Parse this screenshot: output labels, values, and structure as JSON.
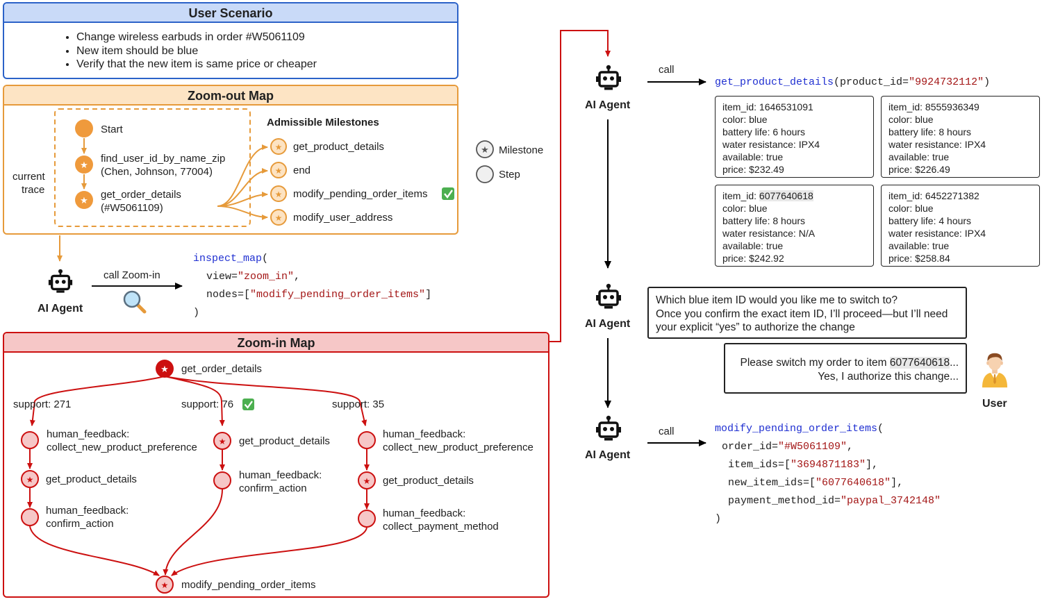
{
  "user_scenario": {
    "title": "User Scenario",
    "bullets": [
      "Change wireless earbuds in order #W5061109",
      "New item should be blue",
      "Verify that the new item is same price or cheaper"
    ]
  },
  "zoom_out": {
    "title": "Zoom-out Map",
    "trace_label_1": "current",
    "trace_label_2": "trace",
    "trace_nodes": [
      {
        "label": "Start",
        "sub": ""
      },
      {
        "label": "find_user_id_by_name_zip",
        "sub": "(Chen, Johnson, 77004)"
      },
      {
        "label": "get_order_details",
        "sub": "(#W5061109)"
      }
    ],
    "admissible_title": "Admissible Milestones",
    "milestones": [
      "get_product_details",
      "end",
      "modify_pending_order_items",
      "modify_user_address"
    ]
  },
  "legend": {
    "milestone": "Milestone",
    "step": "Step"
  },
  "zoom_call": {
    "agent_label": "AI Agent",
    "call_label": "call Zoom-in",
    "code_fn": "inspect_map",
    "code_open": "(",
    "view_key": "view=",
    "view_val": "\"zoom_in\"",
    "view_comma": ",",
    "nodes_key": "nodes=[",
    "nodes_val": "\"modify_pending_order_items\"",
    "nodes_close": "]",
    "code_close": ")"
  },
  "zoom_in": {
    "title": "Zoom-in Map",
    "top_node": "get_order_details",
    "supports": [
      "support: 271",
      "support: 76",
      "support: 35"
    ],
    "col1": [
      {
        "l1": "human_feedback:",
        "l2": "collect_new_product_preference"
      },
      {
        "l1": "get_product_details",
        "l2": ""
      },
      {
        "l1": "human_feedback:",
        "l2": "confirm_action"
      }
    ],
    "col2": [
      {
        "l1": "get_product_details",
        "l2": ""
      },
      {
        "l1": "human_feedback:",
        "l2": "confirm_action"
      }
    ],
    "col3": [
      {
        "l1": "human_feedback:",
        "l2": "collect_new_product_preference"
      },
      {
        "l1": "get_product_details",
        "l2": ""
      },
      {
        "l1": "human_feedback:",
        "l2": "collect_payment_method"
      }
    ],
    "bottom_node": "modify_pending_order_items"
  },
  "right": {
    "agent_label": "AI Agent",
    "user_label": "User",
    "call1": "call",
    "call2": "call",
    "fn1": "get_product_details",
    "fn1_arg_key": "(product_id=",
    "fn1_arg_val": "\"9924732112\"",
    "fn1_close": ")",
    "products": [
      {
        "item_id": "item_id: 1646531091",
        "color": "color: blue",
        "battery": "battery life: 6 hours",
        "water": "water resistance: IPX4",
        "available": "available: true",
        "price": "price: $232.49"
      },
      {
        "item_id": "item_id: 8555936349",
        "color": "color: blue",
        "battery": "battery life: 8 hours",
        "water": "water resistance: IPX4",
        "available": "available: true",
        "price": "price: $226.49"
      },
      {
        "item_id_prefix": "item_id: ",
        "item_id_hl": "6077640618",
        "color": "color: blue",
        "battery": "battery life: 8 hours",
        "water": "water resistance: N/A",
        "available": "available: true",
        "price": "price: $242.92"
      },
      {
        "item_id": "item_id: 6452271382",
        "color": "color: blue",
        "battery": "battery life: 4 hours",
        "water": "water resistance: IPX4",
        "available": "available: true",
        "price": "price: $258.84"
      }
    ],
    "agent_msg": [
      "Which blue item ID would you like me to switch to?",
      "Once you confirm the exact item ID, I’ll proceed—but I’ll need",
      "your explicit “yes” to authorize the change"
    ],
    "user_msg_prefix": "Please switch my order to item ",
    "user_msg_hl": "6077640618",
    "user_msg_suffix": "...",
    "user_msg_2": "Yes, I authorize this change...",
    "fn2": "modify_pending_order_items",
    "fn2_open": "(",
    "arg1_key": "order_id=",
    "arg1_val": "\"#W5061109\"",
    "arg1_end": ",",
    "arg2_key": "item_ids=[",
    "arg2_val": "\"3694871183\"",
    "arg2_end": "],",
    "arg3_key": "new_item_ids=[",
    "arg3_val": "\"6077640618\"",
    "arg3_end": "],",
    "arg4_key": "payment_method_id=",
    "arg4_val": "\"paypal_3742148\"",
    "fn2_close": ")"
  }
}
